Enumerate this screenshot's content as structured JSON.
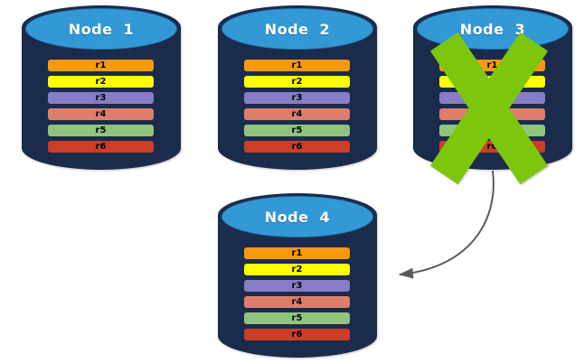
{
  "diagram": {
    "background": "#FFFFFF",
    "colors": {
      "cylinder_body": "#1B2B4C",
      "cylinder_top": "#3399D6",
      "title_text": "#FFFFFF",
      "partition_label": "#000000",
      "failure_cross": "#7CC70E",
      "arrow": "#5A5A5A"
    },
    "nodes": [
      {
        "title": "Node 1",
        "status": "active",
        "partitions": [
          {
            "label": "r1",
            "color": "#F8990D"
          },
          {
            "label": "r2",
            "color": "#FFFF00"
          },
          {
            "label": "r3",
            "color": "#877CC6"
          },
          {
            "label": "r4",
            "color": "#DD7E6B"
          },
          {
            "label": "r5",
            "color": "#90C47D"
          },
          {
            "label": "r6",
            "color": "#CB3F27"
          }
        ]
      },
      {
        "title": "Node 2",
        "status": "active",
        "partitions": [
          {
            "label": "r1",
            "color": "#F8990D"
          },
          {
            "label": "r2",
            "color": "#FFFF00"
          },
          {
            "label": "r3",
            "color": "#877CC6"
          },
          {
            "label": "r4",
            "color": "#DD7E6B"
          },
          {
            "label": "r5",
            "color": "#90C47D"
          },
          {
            "label": "r6",
            "color": "#CB3F27"
          }
        ]
      },
      {
        "title": "Node 3",
        "status": "failed",
        "partitions": [
          {
            "label": "r1",
            "color": "#F8990D"
          },
          {
            "label": "r2",
            "color": "#FFFF00"
          },
          {
            "label": "r3",
            "color": "#877CC6"
          },
          {
            "label": "r4",
            "color": "#DD7E6B"
          },
          {
            "label": "r5",
            "color": "#90C47D"
          },
          {
            "label": "r6",
            "color": "#CB3F27"
          }
        ]
      },
      {
        "title": "Node 4",
        "status": "active",
        "partitions": [
          {
            "label": "r1",
            "color": "#F8990D"
          },
          {
            "label": "r2",
            "color": "#FFFF00"
          },
          {
            "label": "r3",
            "color": "#877CC6"
          },
          {
            "label": "r4",
            "color": "#DD7E6B"
          },
          {
            "label": "r5",
            "color": "#90C47D"
          },
          {
            "label": "r6",
            "color": "#CB3F27"
          }
        ]
      }
    ],
    "arrow": {
      "from": "Node 3",
      "to": "Node 4"
    }
  }
}
